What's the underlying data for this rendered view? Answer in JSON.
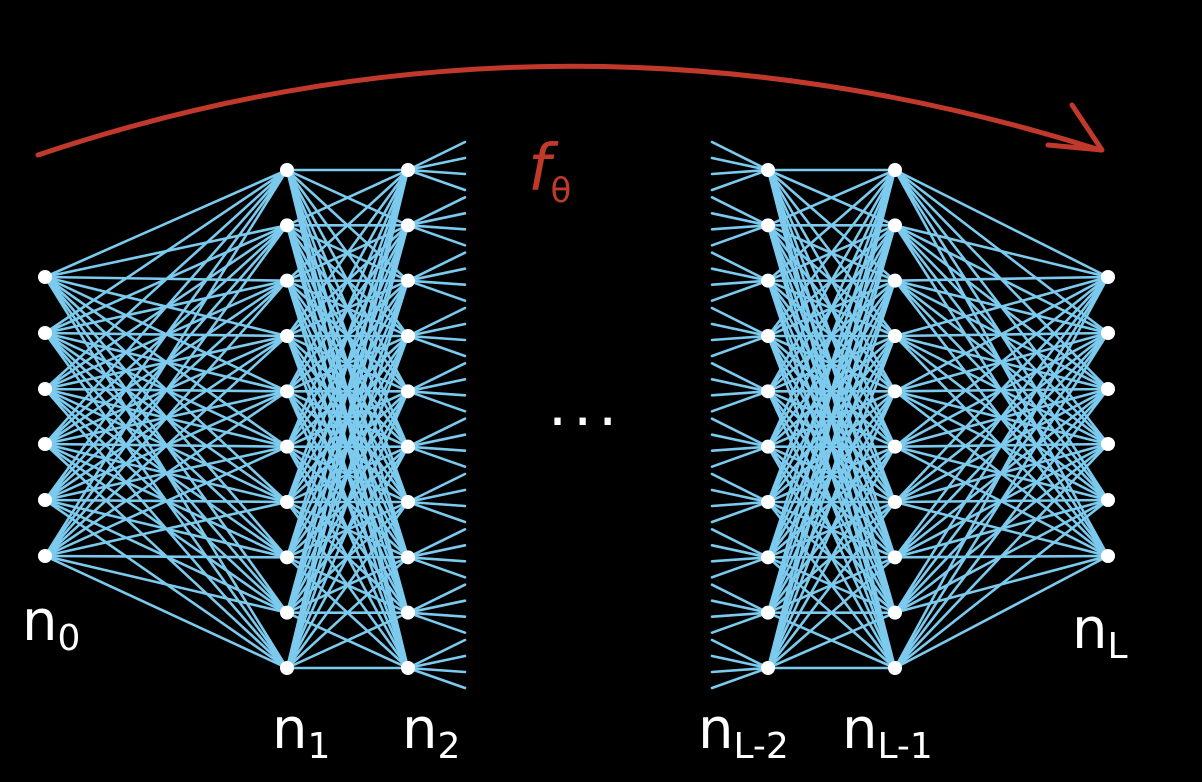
{
  "title": {
    "f": "f",
    "theta": "θ"
  },
  "ellipsis": "...",
  "layers": [
    {
      "base": "n",
      "sub": "0",
      "nodes": 6
    },
    {
      "base": "n",
      "sub": "1",
      "nodes": 10
    },
    {
      "base": "n",
      "sub": "2",
      "nodes": 10
    },
    {
      "base": "n",
      "sub": "L-2",
      "nodes": 10
    },
    {
      "base": "n",
      "sub": "L-1",
      "nodes": 10
    },
    {
      "base": "n",
      "sub": "L",
      "nodes": 6
    }
  ],
  "colors": {
    "edge": "#7ccbef",
    "node": "#ffffff",
    "arrow": "#c0392b",
    "background": "#000000"
  }
}
